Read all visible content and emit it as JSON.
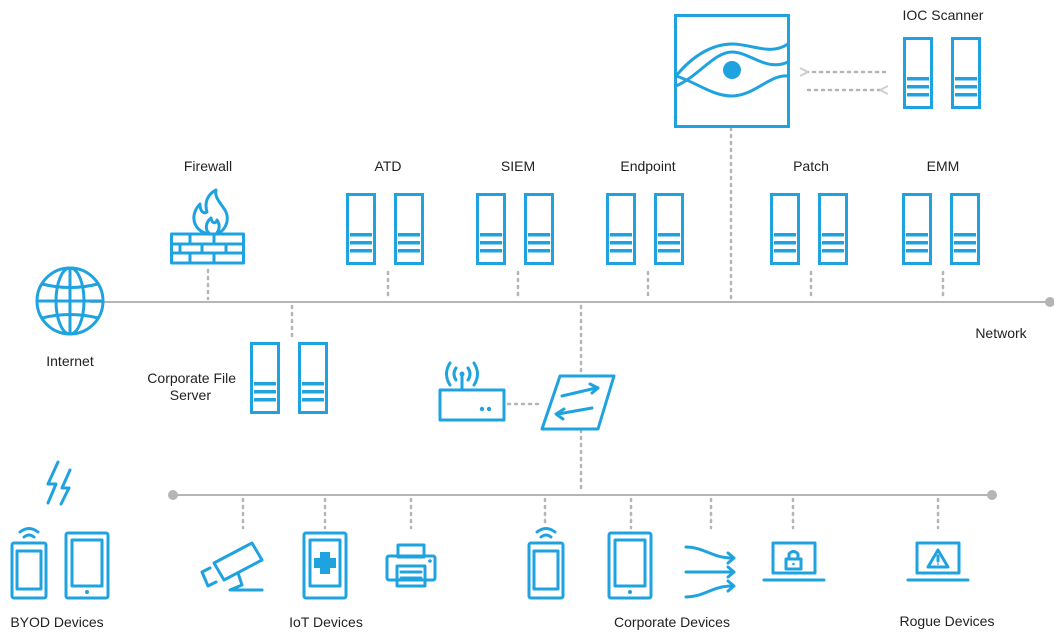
{
  "labels": {
    "ioc_scanner": "IOC Scanner",
    "firewall": "Firewall",
    "atd": "ATD",
    "siem": "SIEM",
    "endpoint": "Endpoint",
    "patch": "Patch",
    "emm": "EMM",
    "internet": "Internet",
    "network": "Network",
    "corporate_file_server_line1": "Corporate File",
    "corporate_file_server_line2": "Server",
    "byod_devices": "BYOD Devices",
    "iot_devices": "IoT Devices",
    "corporate_devices": "Corporate Devices",
    "rogue_devices": "Rogue Devices"
  },
  "colors": {
    "accent": "#1fa3e0",
    "line": "#b5b5b5",
    "text": "#222222"
  },
  "icons": [
    "eye-logo-icon",
    "server-icon",
    "firewall-icon",
    "globe-icon",
    "wifi-router-icon",
    "switch-icon",
    "lightning-icon",
    "phone-icon",
    "tablet-icon",
    "camera-icon",
    "medical-tablet-icon",
    "printer-icon",
    "arrows-icon",
    "laptop-lock-icon",
    "laptop-warning-icon"
  ]
}
